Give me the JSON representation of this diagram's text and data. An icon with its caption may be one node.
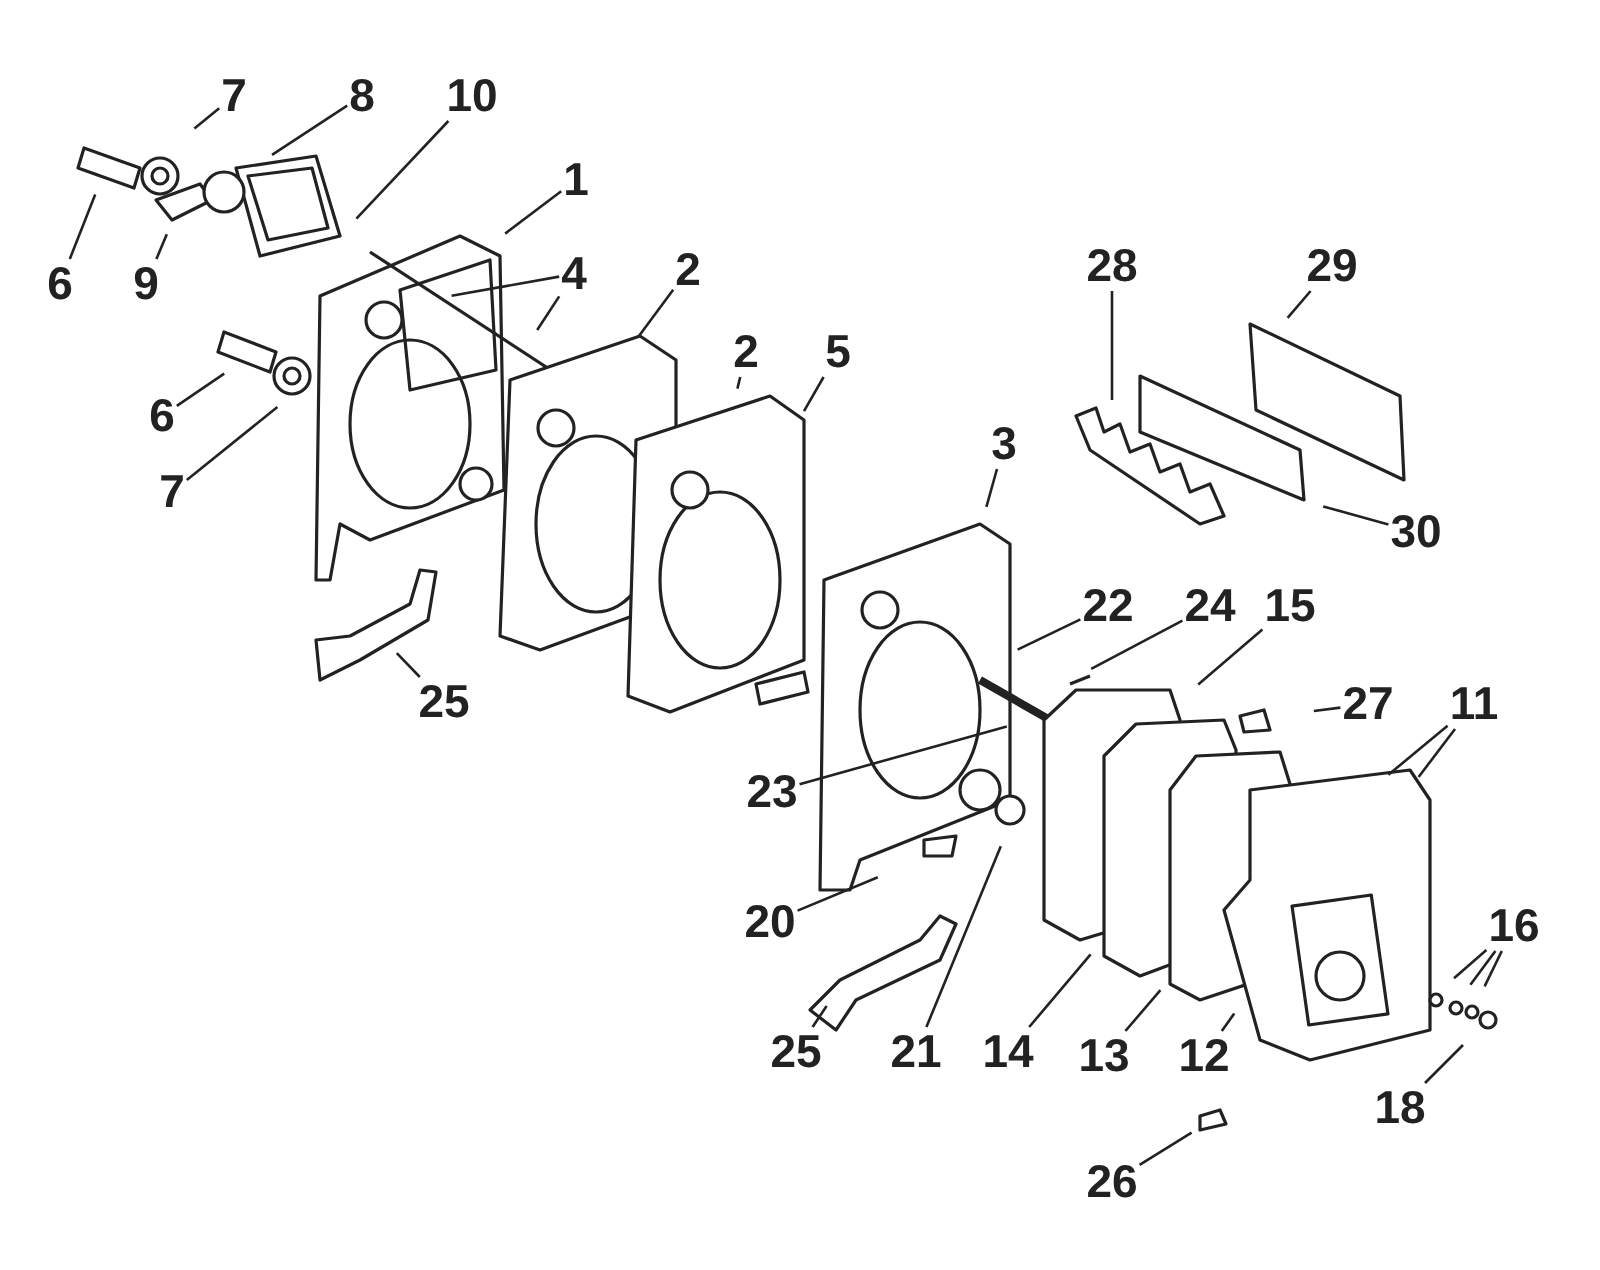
{
  "diagram": {
    "nodes": [
      {
        "text": [
          "7"
        ]
      },
      {
        "text": [
          "8"
        ]
      },
      {
        "text": [
          "10"
        ]
      },
      {
        "text": [
          "1"
        ]
      },
      {
        "text": [
          "6"
        ]
      },
      {
        "text": [
          "9"
        ]
      },
      {
        "text": [
          "4"
        ]
      },
      {
        "text": [
          "2"
        ]
      },
      {
        "text": [
          "28"
        ]
      },
      {
        "text": [
          "29"
        ]
      },
      {
        "text": [
          "2"
        ]
      },
      {
        "text": [
          "5"
        ]
      },
      {
        "text": [
          "6"
        ]
      },
      {
        "text": [
          "7"
        ]
      },
      {
        "text": [
          "3"
        ]
      },
      {
        "text": [
          "30"
        ]
      },
      {
        "text": [
          "22"
        ]
      },
      {
        "text": [
          "24"
        ]
      },
      {
        "text": [
          "15"
        ]
      },
      {
        "text": [
          "25"
        ]
      },
      {
        "text": [
          "27"
        ]
      },
      {
        "text": [
          "11"
        ]
      },
      {
        "text": [
          "23"
        ]
      },
      {
        "text": [
          "20"
        ]
      },
      {
        "text": [
          "16"
        ]
      },
      {
        "text": [
          "25"
        ]
      },
      {
        "text": [
          "21"
        ]
      },
      {
        "text": [
          "14"
        ]
      },
      {
        "text": [
          "13"
        ]
      },
      {
        "text": [
          "12"
        ]
      },
      {
        "text": [
          "18"
        ]
      },
      {
        "text": [
          "26"
        ]
      }
    ],
    "edges": [
      {
        "from": 0,
        "to": null,
        "arrow": "none"
      },
      {
        "from": 1,
        "to": null,
        "arrow": "none"
      },
      {
        "from": 2,
        "to": null,
        "arrow": "none"
      },
      {
        "from": 3,
        "to": null,
        "arrow": "none"
      },
      {
        "from": 4,
        "to": null,
        "arrow": "none"
      },
      {
        "from": 5,
        "to": null,
        "arrow": "none"
      },
      {
        "from": 6,
        "to": null,
        "arrow": "none"
      },
      {
        "from": 6,
        "to": null,
        "arrow": "none"
      },
      {
        "from": 7,
        "to": null,
        "arrow": "none"
      },
      {
        "from": 8,
        "to": null,
        "arrow": "none"
      },
      {
        "from": 9,
        "to": null,
        "arrow": "none"
      },
      {
        "from": 10,
        "to": null,
        "arrow": "none"
      },
      {
        "from": 11,
        "to": null,
        "arrow": "none"
      },
      {
        "from": 12,
        "to": null,
        "arrow": "none"
      },
      {
        "from": 13,
        "to": null,
        "arrow": "none"
      },
      {
        "from": 14,
        "to": null,
        "arrow": "none"
      },
      {
        "from": 15,
        "to": null,
        "arrow": "none"
      },
      {
        "from": 16,
        "to": null,
        "arrow": "none"
      },
      {
        "from": 17,
        "to": null,
        "arrow": "none"
      },
      {
        "from": 18,
        "to": null,
        "arrow": "none"
      },
      {
        "from": 19,
        "to": null,
        "arrow": "none"
      },
      {
        "from": 20,
        "to": null,
        "arrow": "none"
      },
      {
        "from": 21,
        "to": null,
        "arrow": "none"
      },
      {
        "from": 21,
        "to": null,
        "arrow": "none"
      },
      {
        "from": 22,
        "to": null,
        "arrow": "none"
      },
      {
        "from": 23,
        "to": null,
        "arrow": "none"
      },
      {
        "from": 24,
        "to": null,
        "arrow": "none"
      },
      {
        "from": 24,
        "to": null,
        "arrow": "none"
      },
      {
        "from": 24,
        "to": null,
        "arrow": "none"
      },
      {
        "from": 25,
        "to": null,
        "arrow": "none"
      },
      {
        "from": 26,
        "to": null,
        "arrow": "none"
      },
      {
        "from": 27,
        "to": null,
        "arrow": "none"
      },
      {
        "from": 28,
        "to": null,
        "arrow": "none"
      },
      {
        "from": 29,
        "to": null,
        "arrow": "none"
      },
      {
        "from": 30,
        "to": null,
        "arrow": "none"
      },
      {
        "from": 31,
        "to": null,
        "arrow": "none"
      }
    ]
  }
}
